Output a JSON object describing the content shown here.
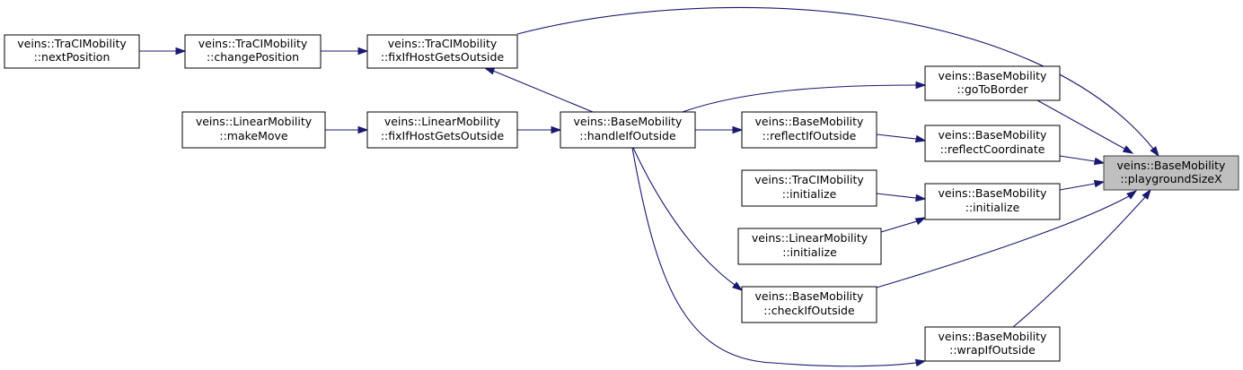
{
  "graph": {
    "nodes": [
      {
        "id": "nextPosition",
        "line1": "veins::TraCIMobility",
        "line2": "::nextPosition"
      },
      {
        "id": "changePosition",
        "line1": "veins::TraCIMobility",
        "line2": "::changePosition"
      },
      {
        "id": "traci_fixIfHostGetsOutside",
        "line1": "veins::TraCIMobility",
        "line2": "::fixIfHostGetsOutside"
      },
      {
        "id": "makeMove",
        "line1": "veins::LinearMobility",
        "line2": "::makeMove"
      },
      {
        "id": "linear_fixIfHostGetsOutside",
        "line1": "veins::LinearMobility",
        "line2": "::fixIfHostGetsOutside"
      },
      {
        "id": "handleIfOutside",
        "line1": "veins::BaseMobility",
        "line2": "::handleIfOutside"
      },
      {
        "id": "goToBorder",
        "line1": "veins::BaseMobility",
        "line2": "::goToBorder"
      },
      {
        "id": "reflectIfOutside",
        "line1": "veins::BaseMobility",
        "line2": "::reflectIfOutside"
      },
      {
        "id": "reflectCoordinate",
        "line1": "veins::BaseMobility",
        "line2": "::reflectCoordinate"
      },
      {
        "id": "traci_initialize",
        "line1": "veins::TraCIMobility",
        "line2": "::initialize"
      },
      {
        "id": "base_initialize",
        "line1": "veins::BaseMobility",
        "line2": "::initialize"
      },
      {
        "id": "linear_initialize",
        "line1": "veins::LinearMobility",
        "line2": "::initialize"
      },
      {
        "id": "checkIfOutside",
        "line1": "veins::BaseMobility",
        "line2": "::checkIfOutside"
      },
      {
        "id": "wrapIfOutside",
        "line1": "veins::BaseMobility",
        "line2": "::wrapIfOutside"
      },
      {
        "id": "playgroundSizeX",
        "line1": "veins::BaseMobility",
        "line2": "::playgroundSizeX"
      }
    ],
    "edges": [
      {
        "from": "nextPosition",
        "to": "changePosition"
      },
      {
        "from": "changePosition",
        "to": "traci_fixIfHostGetsOutside"
      },
      {
        "from": "traci_fixIfHostGetsOutside",
        "to": "handleIfOutside"
      },
      {
        "from": "traci_fixIfHostGetsOutside",
        "to": "playgroundSizeX"
      },
      {
        "from": "makeMove",
        "to": "linear_fixIfHostGetsOutside"
      },
      {
        "from": "linear_fixIfHostGetsOutside",
        "to": "handleIfOutside"
      },
      {
        "from": "handleIfOutside",
        "to": "goToBorder"
      },
      {
        "from": "handleIfOutside",
        "to": "reflectIfOutside"
      },
      {
        "from": "handleIfOutside",
        "to": "checkIfOutside"
      },
      {
        "from": "handleIfOutside",
        "to": "wrapIfOutside"
      },
      {
        "from": "goToBorder",
        "to": "playgroundSizeX"
      },
      {
        "from": "reflectIfOutside",
        "to": "reflectCoordinate"
      },
      {
        "from": "reflectCoordinate",
        "to": "playgroundSizeX"
      },
      {
        "from": "traci_initialize",
        "to": "base_initialize"
      },
      {
        "from": "linear_initialize",
        "to": "base_initialize"
      },
      {
        "from": "base_initialize",
        "to": "playgroundSizeX"
      },
      {
        "from": "checkIfOutside",
        "to": "playgroundSizeX"
      },
      {
        "from": "wrapIfOutside",
        "to": "playgroundSizeX"
      }
    ],
    "colors": {
      "edge": "#191970",
      "focus_fill": "#bfbfbf",
      "focus_stroke": "#404040"
    }
  }
}
